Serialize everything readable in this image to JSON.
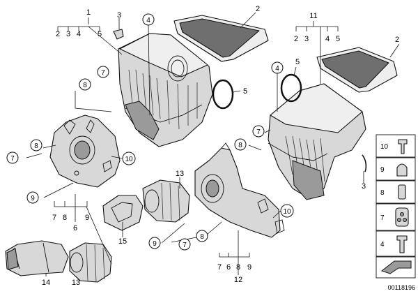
{
  "diagram_id": "00118196",
  "callouts": {
    "c1": "1",
    "c1_sub": [
      "2",
      "3",
      "4",
      "5"
    ],
    "c2_left": "2",
    "c2_right": "2",
    "c3_top": "3",
    "c3_right": "3",
    "c4_left": "4",
    "c4_right": "4",
    "c5_left": "5",
    "c5_right": "5",
    "c6_left": "6",
    "c6_mid": "6",
    "c7_a": "7",
    "c7_b": "7",
    "c7_c": "7",
    "c7_d": "7",
    "c8_a": "8",
    "c8_b": "8",
    "c8_c": "8",
    "c8_d": "8",
    "c9_a": "9",
    "c9_b": "9",
    "c10_a": "10",
    "c10_b": "10",
    "c11": "11",
    "c11_sub": [
      "2",
      "3",
      "4",
      "5"
    ],
    "c12": "12",
    "c12_sub": [
      "7",
      "6",
      "8",
      "9"
    ],
    "c13_a": "13",
    "c13_b": "13",
    "c14": "14",
    "c15": "15",
    "c6_sub": [
      "7",
      "8",
      "9"
    ]
  },
  "legend": [
    "10",
    "9",
    "8",
    "7",
    "4",
    ""
  ]
}
